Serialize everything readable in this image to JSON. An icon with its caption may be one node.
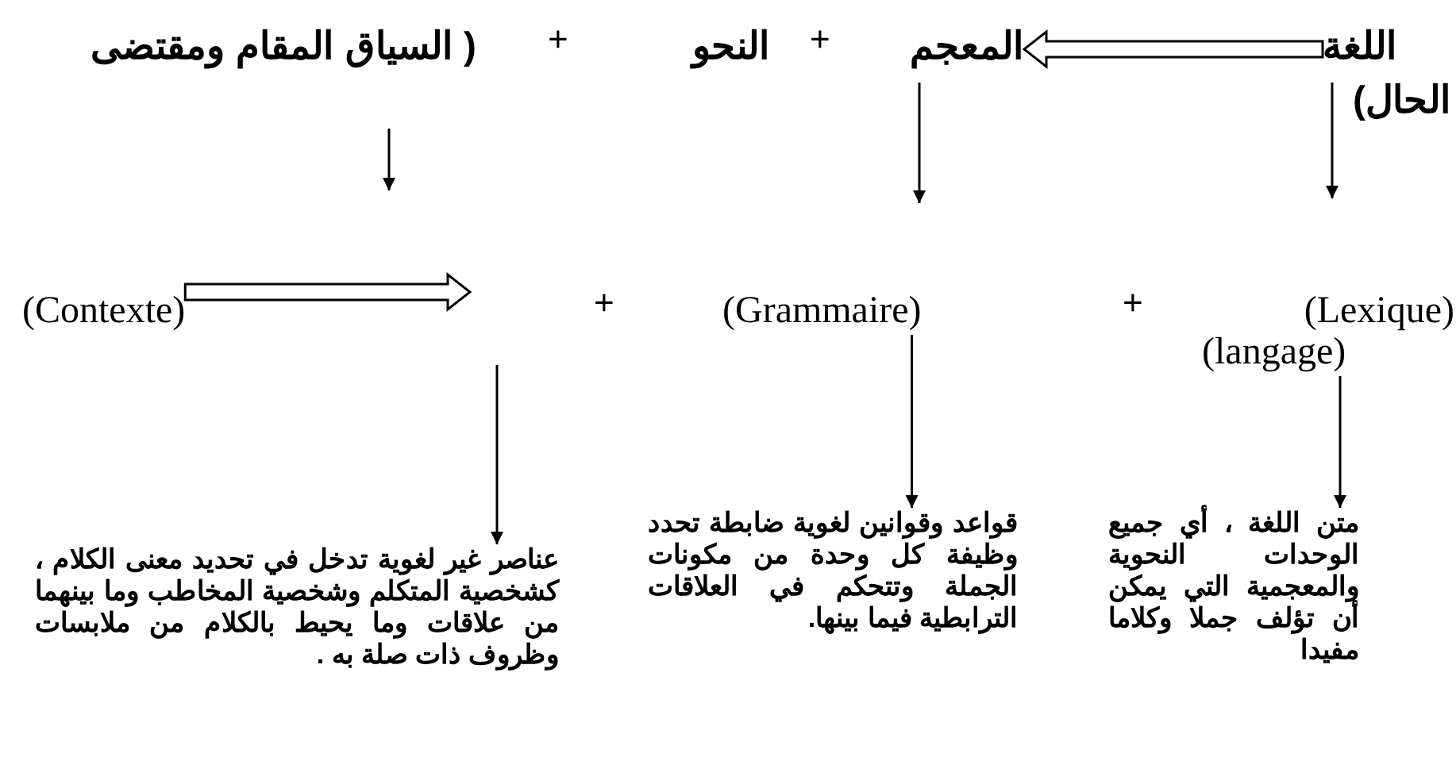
{
  "diagram": {
    "nodes": [
      {
        "text": [
          "اللغة"
        ]
      },
      {
        "text": [
          "المعجم"
        ]
      },
      {
        "text": [
          "النحو"
        ]
      },
      {
        "text": [
          "( السياق المقام ومقتضى الحال)"
        ]
      },
      {
        "text": [
          "(Contexte)"
        ]
      },
      {
        "text": [
          "(Grammaire)"
        ]
      },
      {
        "text": [
          "(Lexique)"
        ]
      },
      {
        "text": [
          "(langage)"
        ]
      },
      {
        "text": [
          "عناصر غير لغوية تدخل في تحديد معنى الكلام ، كشخصية المتكلم وشخصية المخاطب وما بينهما من علاقات وما يحيط بالكلام من ملابسات وظروف ذات صلة به ."
        ]
      },
      {
        "text": [
          "قواعد وقوانين لغوية ضابطة تحدد وظيفة كل وحدة من مكونات الجملة وتتحكم في العلاقات الترابطية فيما بينها."
        ]
      },
      {
        "text": [
          "متن اللغة ، أي جميع الوحدات النحوية والمعجمية التي يمكن أن تؤلف جملا وكلاما مفيدا"
        ]
      }
    ],
    "edges": [
      {
        "from": 0,
        "to": 1,
        "arrow": "to",
        "style": "thick"
      },
      {
        "from": 3,
        "to": null,
        "arrow": "to"
      },
      {
        "from": 1,
        "to": null,
        "arrow": "to"
      },
      {
        "from": 0,
        "to": null,
        "arrow": "to"
      },
      {
        "from": 4,
        "to": null,
        "arrow": "to",
        "style": "thick"
      },
      {
        "from": null,
        "to": 8,
        "arrow": "to"
      },
      {
        "from": 5,
        "to": 9,
        "arrow": "to"
      },
      {
        "from": 7,
        "to": 10,
        "arrow": "to"
      }
    ],
    "labels": [
      "+",
      "+",
      "+",
      "+"
    ]
  }
}
